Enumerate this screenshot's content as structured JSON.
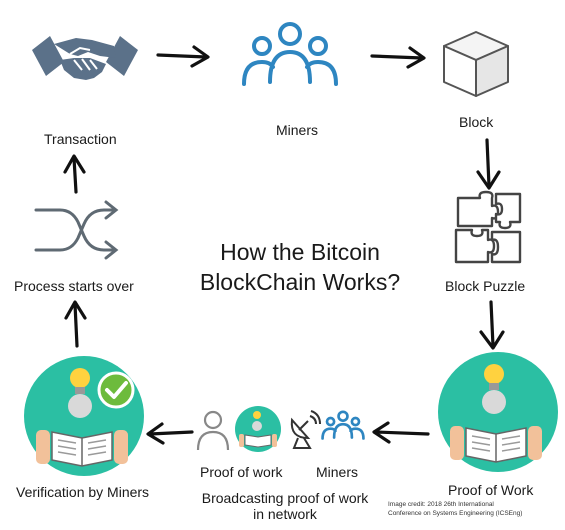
{
  "title_lines": [
    "How the Bitcoin",
    "BlockChain Works?"
  ],
  "nodes": {
    "transaction": "Transaction",
    "miners": "Miners",
    "block": "Block",
    "block_puzzle": "Block Puzzle",
    "proof_of_work": "Proof of Work",
    "broadcast_proof": "Proof of work",
    "broadcast_miners": "Miners",
    "broadcast_caption_lines": [
      "Broadcasting proof of work",
      "in network"
    ],
    "verification": "Verification by Miners",
    "process_starts_over": "Process starts over"
  },
  "credit_lines": [
    "Image credit: 2018 26th International",
    "Conference on Systems Engineering (ICSEng)"
  ],
  "icons": {
    "transaction": "handshake-icon",
    "miners": "people-group-icon",
    "block": "cube-icon",
    "block_puzzle": "puzzle-icon",
    "proof_of_work": "reading-person-icon",
    "broadcast_person": "person-outline-icon",
    "broadcast_reader": "reading-person-icon",
    "broadcast_antenna": "satellite-dish-icon",
    "broadcast_miners": "people-group-icon",
    "verification": "reading-person-check-icon",
    "process_starts_over": "shuffle-icon",
    "arrows": "arrow-icon"
  },
  "colors": {
    "teal_circle": "#2bbfa3",
    "miners_blue": "#2e86c1",
    "handshake_slate": "#5b7189",
    "bulb_yellow": "#ffd23f",
    "check_green": "#6dbb3c",
    "skin": "#f2c19a",
    "text": "#1a1a1a"
  }
}
